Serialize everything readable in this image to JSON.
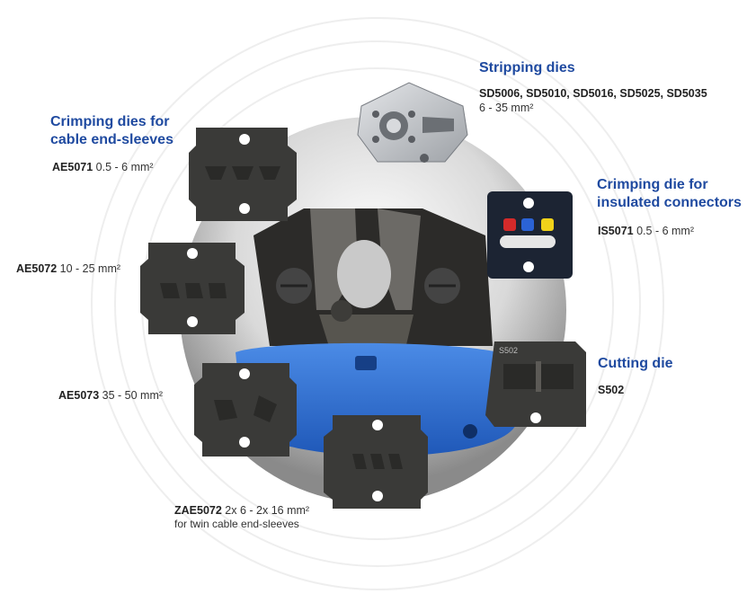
{
  "colors": {
    "heading": "#1f4aa0",
    "tool_blue": "#2f6fd1",
    "die_dark": "#3a3a38",
    "stripping_die": "#bfc2c6",
    "connector_die": "#1c2433",
    "contact_red": "#d42a2a",
    "contact_blue": "#2b63d6",
    "contact_yellow": "#f0d21a"
  },
  "groups": {
    "crimping_end_sleeves": {
      "title_line1": "Crimping dies for",
      "title_line2": "cable end-sleeves"
    },
    "stripping": {
      "title": "Stripping dies",
      "codes": "SD5006, SD5010, SD5016, SD5025, SD5035",
      "range": "6 - 35 mm²"
    },
    "insulated": {
      "title_line1": "Crimping die for",
      "title_line2": "insulated connectors",
      "code": "IS5071",
      "range": "0.5 - 6 mm²"
    },
    "cutting": {
      "title": "Cutting die",
      "code": "S502"
    }
  },
  "dies": {
    "ae5071": {
      "code": "AE5071",
      "range": "0.5 - 6 mm²"
    },
    "ae5072": {
      "code": "AE5072",
      "range": "10 - 25 mm²"
    },
    "ae5073": {
      "code": "AE5073",
      "range": "35 - 50 mm²"
    },
    "zae5072": {
      "code": "ZAE5072",
      "range": "2x 6 - 2x 16 mm²",
      "note": "for twin cable end-sleeves"
    }
  },
  "die_marks": {
    "cutting_die_stamp": "S502"
  }
}
